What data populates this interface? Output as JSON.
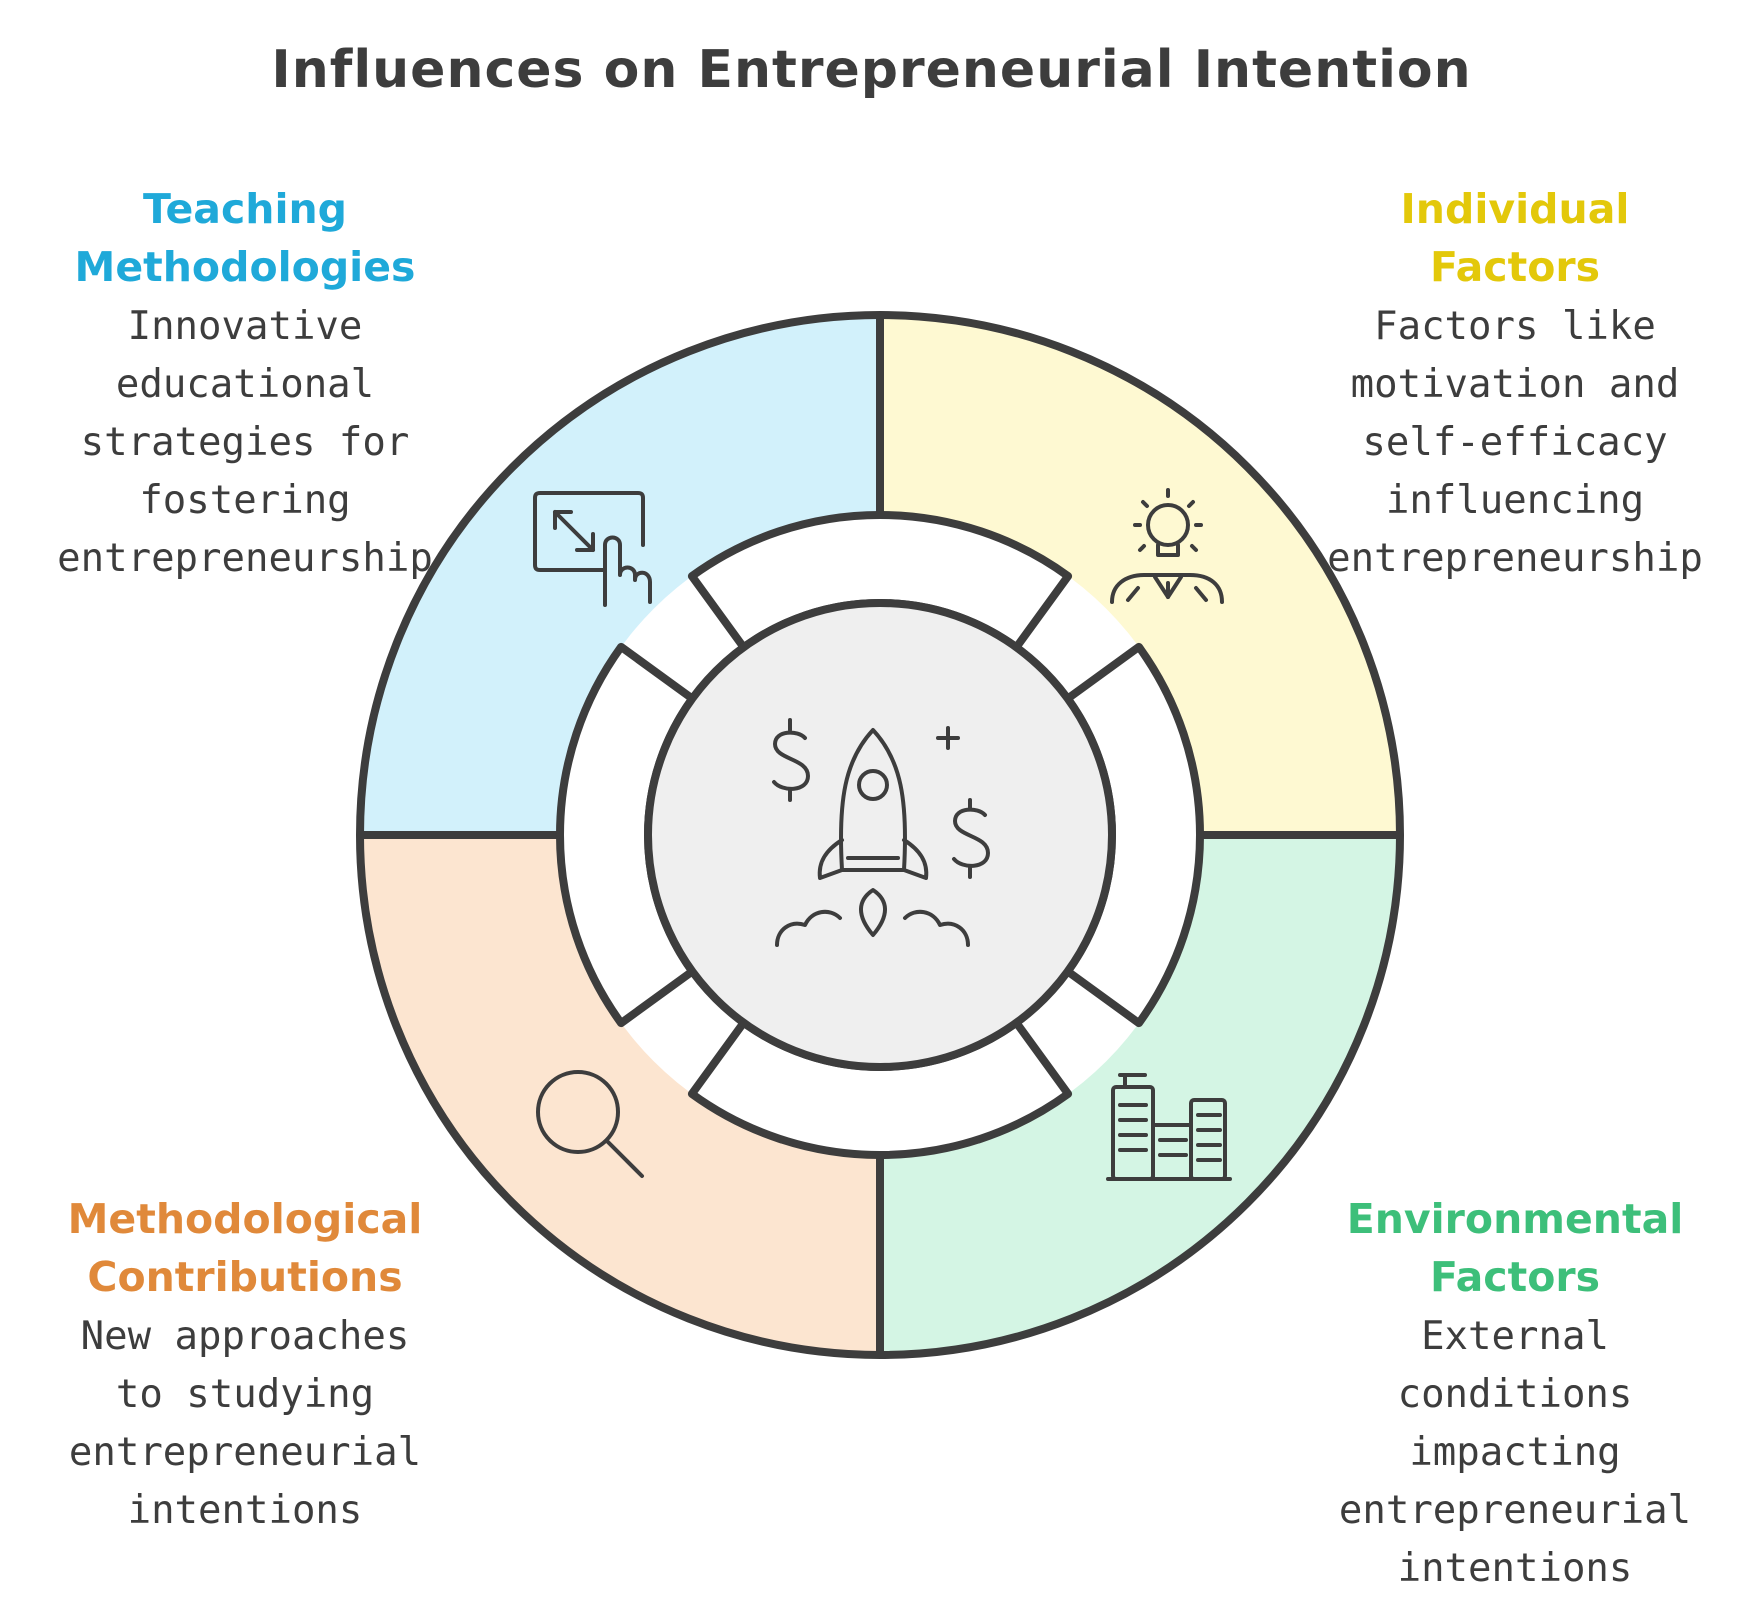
{
  "title": "Influences on Entrepreneurial Intention",
  "colors": {
    "stroke": "#3d3d3d",
    "teaching": "#1fa9d9",
    "teaching_fill": "#d2f1fb",
    "individual": "#e3c80a",
    "individual_fill": "#fef9d2",
    "methodological": "#e0893a",
    "methodological_fill": "#fce5d0",
    "environmental": "#3dbf7a",
    "environmental_fill": "#d4f5e4",
    "center_fill": "#efefef"
  },
  "segments": {
    "teaching": {
      "title": "Teaching Methodologies",
      "title_lines": [
        "Teaching",
        "Methodologies"
      ],
      "desc_lines": [
        "Innovative",
        "educational",
        "strategies for",
        "fostering",
        "entrepreneurship"
      ],
      "icon": "touch-screen-resize-icon"
    },
    "individual": {
      "title": "Individual Factors",
      "title_lines": [
        "Individual",
        "Factors"
      ],
      "desc_lines": [
        "Factors like",
        "motivation and",
        "self-efficacy",
        "influencing",
        "entrepreneurship"
      ],
      "icon": "lightbulb-person-icon"
    },
    "methodological": {
      "title": "Methodological Contributions",
      "title_lines": [
        "Methodological",
        "Contributions"
      ],
      "desc_lines": [
        "New approaches",
        "to studying",
        "entrepreneurial",
        "intentions"
      ],
      "icon": "magnifier-icon"
    },
    "environmental": {
      "title": "Environmental Factors",
      "title_lines": [
        "Environmental",
        "Factors"
      ],
      "desc_lines": [
        "External",
        "conditions",
        "impacting",
        "entrepreneurial",
        "intentions"
      ],
      "icon": "buildings-icon"
    }
  },
  "center_icon": "rocket-money-icon"
}
